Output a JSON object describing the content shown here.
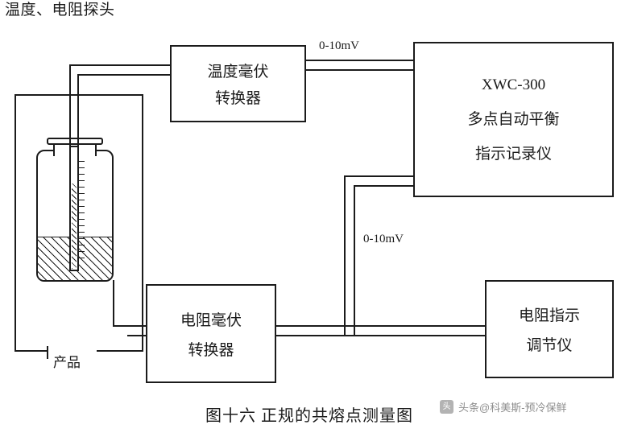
{
  "title": "温度、电阻探头",
  "boxes": {
    "temp_converter": [
      "温度毫伏",
      "转换器"
    ],
    "recorder": [
      "XWC-300",
      "多点自动平衡",
      "指示记录仪"
    ],
    "resistance_converter": [
      "电阻毫伏",
      "转换器"
    ],
    "resistance_indicator": [
      "电阻指示",
      "调节仪"
    ]
  },
  "signals": {
    "top": "0-10mV",
    "bottom": "0-10mV"
  },
  "labels": {
    "product": "产品"
  },
  "caption": "图十六 正规的共熔点测量图",
  "watermark": {
    "logo": "头条",
    "text": "头条@科美斯-预冷保鲜"
  }
}
